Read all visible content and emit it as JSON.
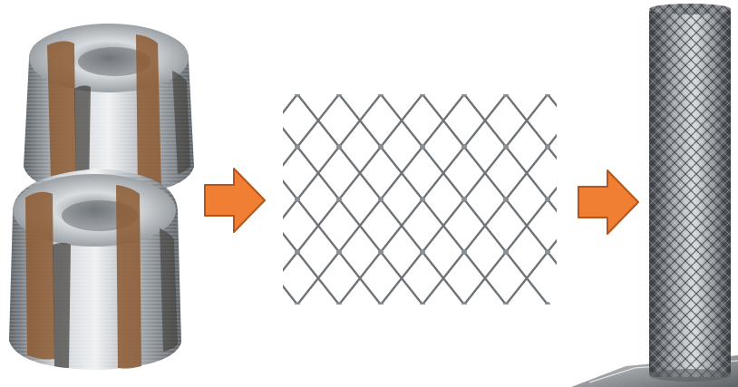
{
  "diagram": {
    "stages": [
      {
        "id": "stage-wire-coils",
        "icon": "wire-coil-icon"
      },
      {
        "id": "stage-chain-link-mesh",
        "icon": "chain-link-mesh-icon"
      },
      {
        "id": "stage-mesh-roll",
        "icon": "mesh-roll-icon"
      }
    ],
    "arrows": [
      {
        "from": "stage-wire-coils",
        "to": "stage-chain-link-mesh",
        "icon": "right-arrow-icon"
      },
      {
        "from": "stage-chain-link-mesh",
        "to": "stage-mesh-roll",
        "icon": "right-arrow-icon"
      }
    ]
  },
  "colors": {
    "background": "#ffffff",
    "arrow_fill": "#f07f33",
    "arrow_stroke": "#b4561b",
    "steel_light": "#e4e6e8",
    "steel_mid": "#9ea3a8",
    "steel_dark": "#4d5358",
    "strap": "#8c5a32",
    "mesh_wire": "#6e7378"
  }
}
